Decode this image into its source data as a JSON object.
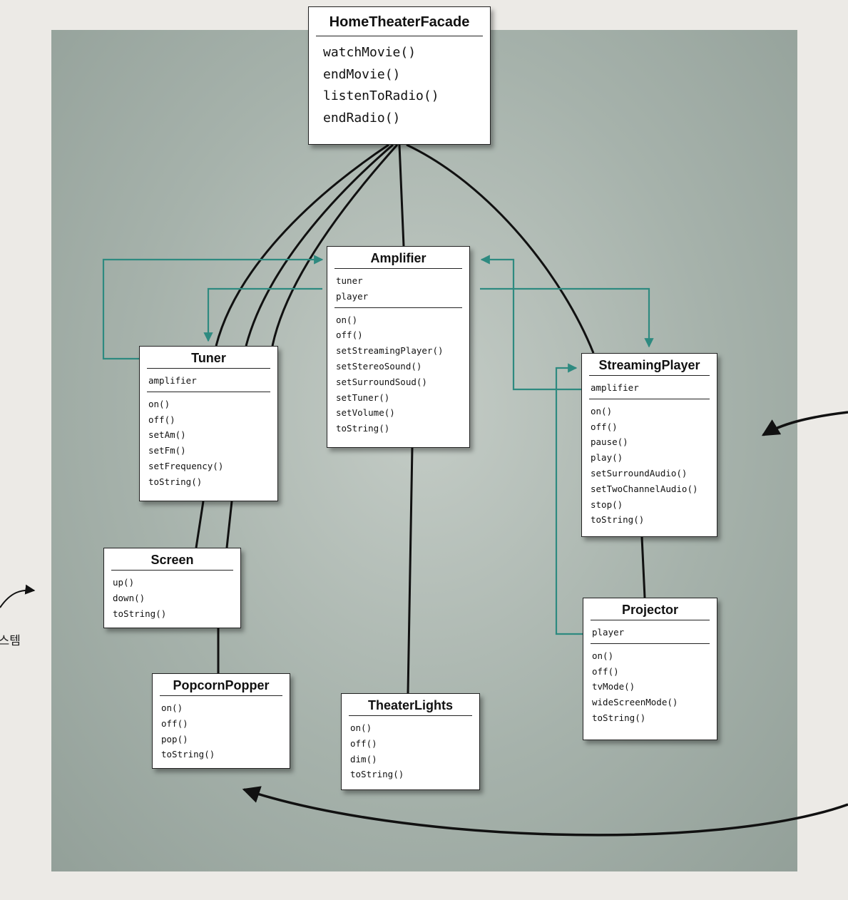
{
  "classes": {
    "facade": {
      "name": "HomeTheaterFacade",
      "methods": [
        "watchMovie()",
        "endMovie()",
        "listenToRadio()",
        "endRadio()"
      ]
    },
    "amplifier": {
      "name": "Amplifier",
      "attributes": [
        "tuner",
        "player"
      ],
      "methods": [
        "on()",
        "off()",
        "setStreamingPlayer()",
        "setStereoSound()",
        "setSurroundSoud()",
        "setTuner()",
        "setVolume()",
        "toString()"
      ]
    },
    "tuner": {
      "name": "Tuner",
      "attributes": [
        "amplifier"
      ],
      "methods": [
        "on()",
        "off()",
        "setAm()",
        "setFm()",
        "setFrequency()",
        "toString()"
      ]
    },
    "streaming": {
      "name": "StreamingPlayer",
      "attributes": [
        "amplifier"
      ],
      "methods": [
        "on()",
        "off()",
        "pause()",
        "play()",
        "setSurroundAudio()",
        "setTwoChannelAudio()",
        "stop()",
        "toString()"
      ]
    },
    "screen": {
      "name": "Screen",
      "methods": [
        "up()",
        "down()",
        "toString()"
      ]
    },
    "projector": {
      "name": "Projector",
      "attributes": [
        "player"
      ],
      "methods": [
        "on()",
        "off()",
        "tvMode()",
        "wideScreenMode()",
        "toString()"
      ]
    },
    "popcorn": {
      "name": "PopcornPopper",
      "methods": [
        "on()",
        "off()",
        "pop()",
        "toString()"
      ]
    },
    "lights": {
      "name": "TheaterLights",
      "methods": [
        "on()",
        "off()",
        "dim()",
        "toString()"
      ]
    }
  },
  "margin_text": "시스템",
  "colors": {
    "association": "#111111",
    "reference_arrow": "#2e8a80",
    "background_panel": "#a6b2ab"
  }
}
